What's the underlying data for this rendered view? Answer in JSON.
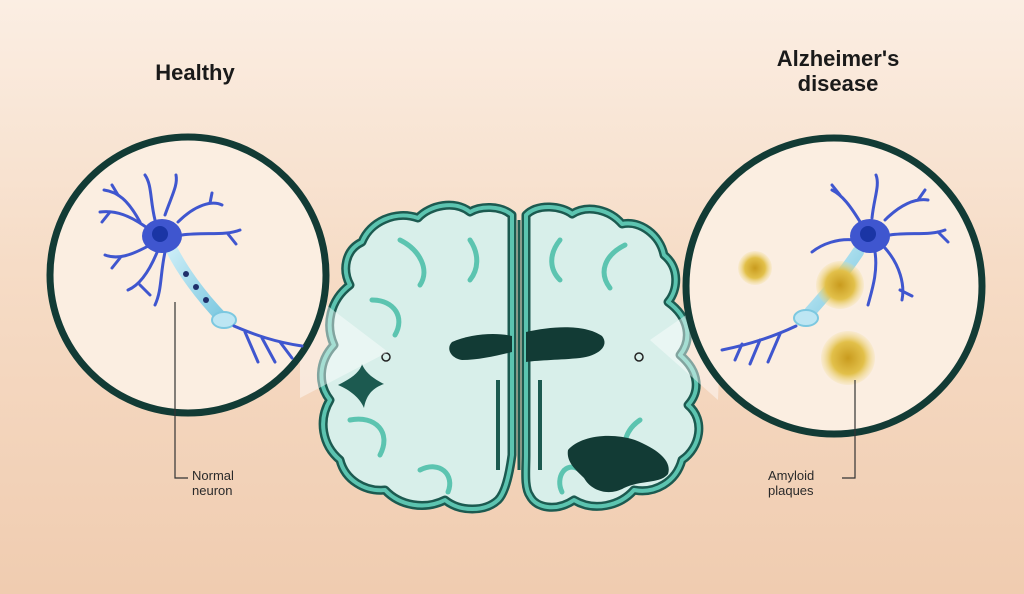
{
  "titles": {
    "healthy": "Healthy",
    "alzheimers_line1": "Alzheimer's",
    "alzheimers_line2": "disease"
  },
  "captions": {
    "normal_line1": "Normal",
    "normal_line2": "neuron",
    "amyloid_line1": "Amyloid",
    "amyloid_line2": "plaques"
  },
  "colors": {
    "background": "#f6dcc6",
    "brain_fill": "#d8efea",
    "brain_outline": "#54bba8",
    "brain_border": "#1c5a50",
    "ventricle": "#123b35",
    "neuron": "#3f56cf",
    "neuron_nucleus": "#1a35a5",
    "axon": "#8fd2e8",
    "plaque": "#d6b23a",
    "lens_ring": "#123b35",
    "lens_fill": "#fbeee1"
  }
}
